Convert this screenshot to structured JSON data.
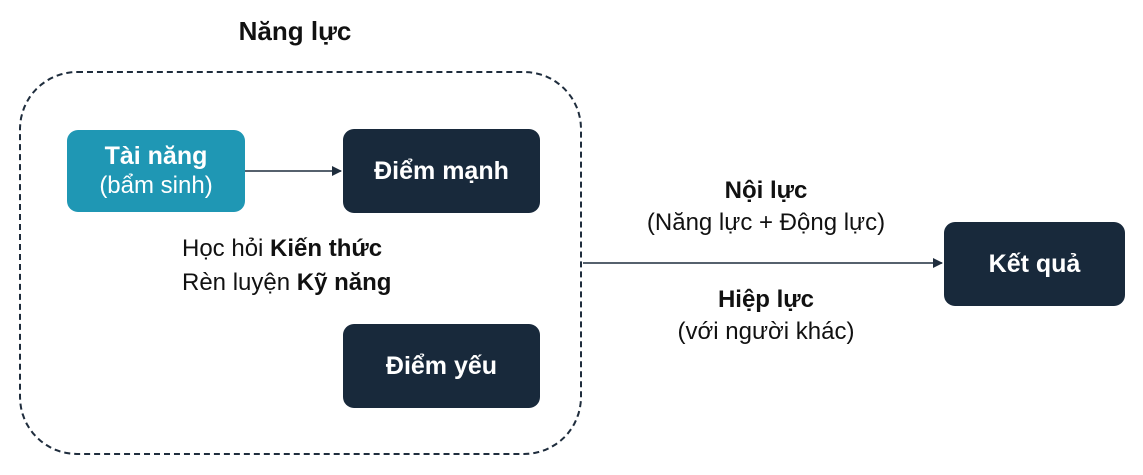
{
  "diagram": {
    "group_title": "Năng lực",
    "talent": {
      "main": "Tài năng",
      "sub": "(bẩm sinh)"
    },
    "strength": {
      "label": "Điểm mạnh"
    },
    "weakness": {
      "label": "Điểm yếu"
    },
    "learn": {
      "line1_prefix": "Học hỏi",
      "line1_bold": "Kiến thức",
      "line2_prefix": "Rèn luyện",
      "line2_bold": "Kỹ năng"
    },
    "inner_force": {
      "title": "Nội lực",
      "detail": "(Năng lực + Động lực)"
    },
    "synergy": {
      "title": "Hiệp lực",
      "detail": "(với người khác)"
    },
    "result": {
      "label": "Kết quả"
    },
    "colors": {
      "dark_box": "#18293b",
      "teal_box": "#1f97b4",
      "line": "#1f2d3d",
      "text": "#111111"
    }
  }
}
